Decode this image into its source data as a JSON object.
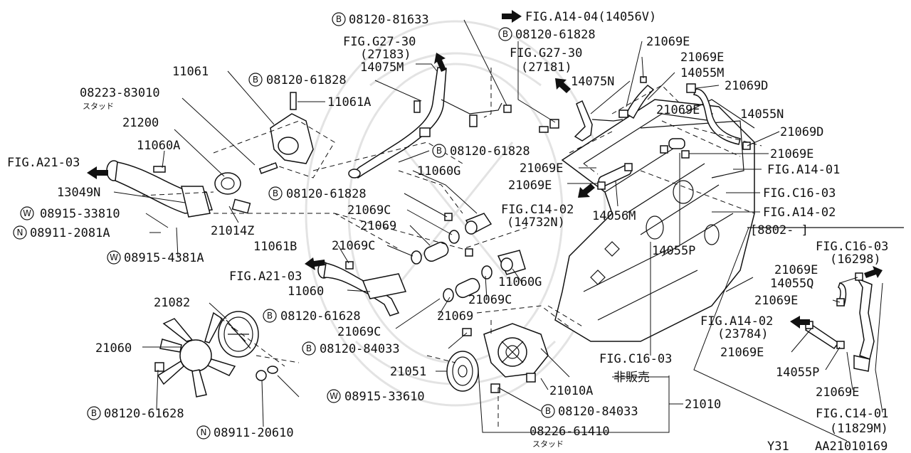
{
  "labels": {
    "p1": "08120-81633",
    "p2": "FIG.A14-04(14056V)",
    "p3": "08120-61828",
    "p4": "FIG.G27-30",
    "p5": "(27183)",
    "p6": "FIG.G27-30",
    "p7": "(27181)",
    "p8": "14075M",
    "p9": "21069E",
    "p10": "21069E",
    "p11": "14055M",
    "p12": "11061",
    "p13": "08120-61828",
    "p14": "14075N",
    "p15": "21069D",
    "p16": "08223-83010",
    "p17": "スタッド",
    "p18": "11061A",
    "p19": "21069E",
    "p20": "14055N",
    "p21": "21200",
    "p22": "21069D",
    "p23": "11060A",
    "p24": "08120-61828",
    "p25": "21069E",
    "p26": "FIG.A21-03",
    "p27": "21069E",
    "p28": "FIG.A14-01",
    "p29": "11060G",
    "p30": "21069E",
    "p31": "13049N",
    "p32": "08120-61828",
    "p33": "FIG.C16-03",
    "p34": "21069C",
    "p35": "FIG.C14-02",
    "p36": "FIG.A14-02",
    "p37": "08915-33810",
    "p38": "(14732N)",
    "p39": "14056M",
    "p40": "08911-2081A",
    "p41": "21069",
    "p42": "21014Z",
    "p43": "[8802-    ]",
    "p44": "11061B",
    "p45": "21069C",
    "p46": "08915-4381A",
    "p47": "14055P",
    "p48": "FIG.C16-03",
    "p49": "(16298)",
    "p50": "FIG.A21-03",
    "p51": "21069E",
    "p52": "11060G",
    "p53": "14055Q",
    "p54": "11060",
    "p55": "21069E",
    "p56": "21082",
    "p57": "21069C",
    "p58": "08120-61628",
    "p59": "FIG.A14-02",
    "p60": "21069",
    "p61": "(23784)",
    "p62": "21069C",
    "p63": "21060",
    "p64": "08120-84033",
    "p65": "21069E",
    "p66": "FIG.C16-03",
    "p67": "14055P",
    "p68": "21051",
    "p69": "非販売",
    "p70": "21010A",
    "p71": "21069E",
    "p72": "21010",
    "p73": "08915-33610",
    "p74": "08120-84033",
    "p75": "FIG.C14-01",
    "p76": "08120-61628",
    "p77": "(11829M)",
    "p78": "08226-61410",
    "p79": "08911-20610",
    "p80": "スタッド",
    "p81": "Y31",
    "p82": "AA21010169"
  },
  "badges": {
    "b1": "B",
    "b2": "B",
    "b3": "B",
    "b4": "B",
    "b5": "B",
    "b6": "W",
    "b7": "N",
    "b8": "W",
    "b9": "B",
    "b10": "B",
    "b11": "B",
    "b12": "B",
    "b13": "W",
    "b14": "N"
  }
}
